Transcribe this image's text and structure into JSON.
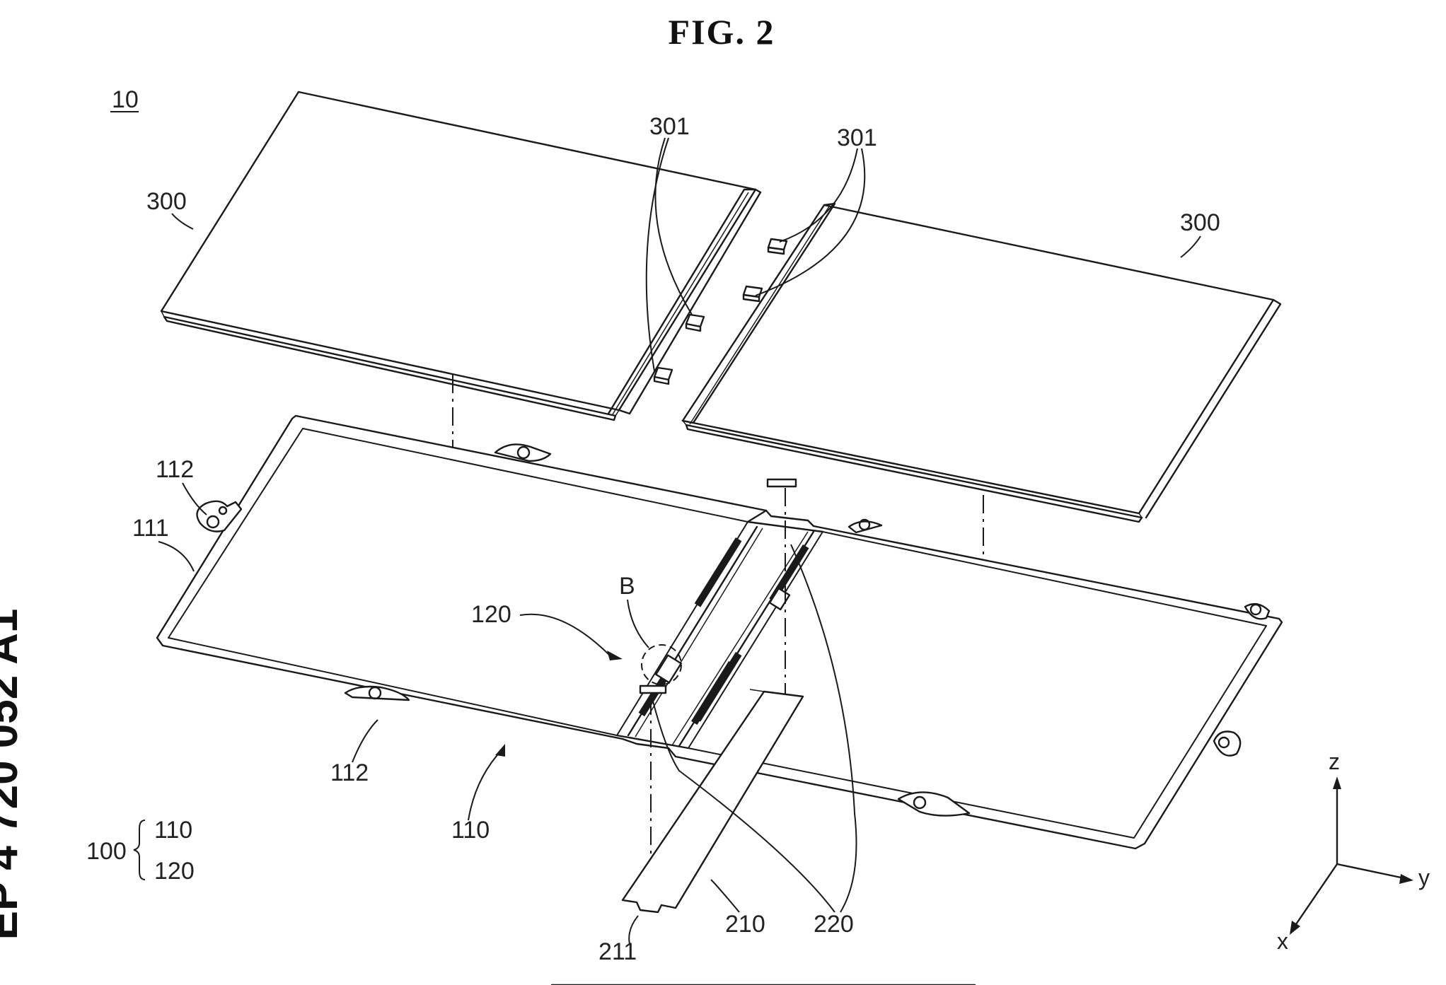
{
  "figure": {
    "title": "FIG. 2",
    "side_text": "EP 4 720 052 A1",
    "labels": {
      "assembly": "10",
      "battery_left": "300",
      "battery_right": "300",
      "tab_left": "301",
      "tab_right": "301",
      "mount_top_left": "112",
      "frame_edge": "111",
      "mount_bottom": "112",
      "detail": "B",
      "connector": "120",
      "frame": "110",
      "bracket_group": "100",
      "bracket_110": "110",
      "bracket_120": "120",
      "flex_board": "210",
      "flex_tab": "211",
      "adhesive": "220"
    },
    "axes": {
      "z": "z",
      "y": "y",
      "x": "x"
    }
  }
}
